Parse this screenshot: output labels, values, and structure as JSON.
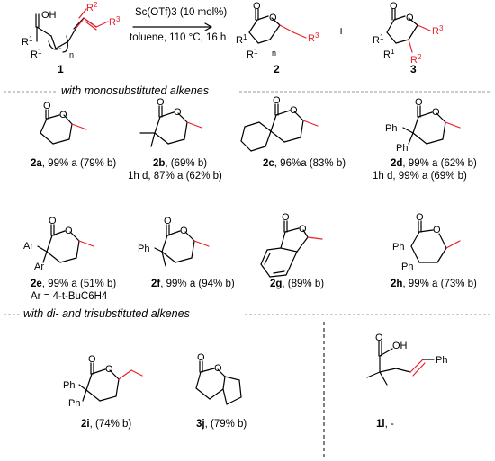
{
  "scheme": {
    "conditions_top": "Sc(OTf)3 (10 mol%)",
    "conditions_bottom": "toluene, 110 °C, 16 h",
    "plus": "+",
    "start_label": "1",
    "product_a_label": "2",
    "product_b_label": "3"
  },
  "sections": {
    "mono": "with monosubstituted alkenes",
    "di": "with di- and trisubstituted alkenes"
  },
  "compounds": [
    {
      "id": "2a",
      "text": ", 99% a (79% b)"
    },
    {
      "id": "2b",
      "text": ", (69% b)",
      "extra": "1h d, 87% a (62% b)"
    },
    {
      "id": "2c",
      "text": ", 96%a (83% b)"
    },
    {
      "id": "2d",
      "text": ", 99% a (62% b)",
      "extra": "1h d, 99% a (69% b)"
    },
    {
      "id": "2e",
      "text": ", 99% a (51% b)",
      "extra": "Ar = 4-t-BuC6H4"
    },
    {
      "id": "2f",
      "text": ", 99% a (94% b)"
    },
    {
      "id": "2g",
      "text": ", (89% b)"
    },
    {
      "id": "2h",
      "text": ", 99% a (73% b)"
    },
    {
      "id": "2i",
      "text": ", (74% b)"
    },
    {
      "id": "3j",
      "text": ", (79% b)"
    },
    {
      "id": "1l",
      "text": ", -"
    }
  ],
  "atoms": {
    "O": "O",
    "OH": "OH",
    "R1": "R",
    "R2": "R",
    "R3": "R",
    "n": "n",
    "Ph": "Ph",
    "Ar": "Ar"
  },
  "colors": {
    "red_bond": "#e8202a",
    "divider": "#999999"
  }
}
